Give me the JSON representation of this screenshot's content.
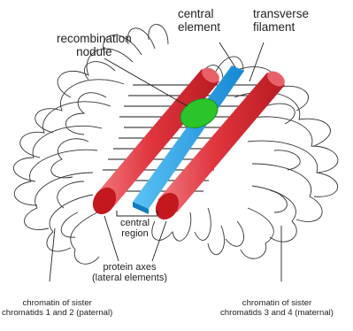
{
  "labels": {
    "recombination_nodule": {
      "line1": "recombination",
      "line2": "nodule"
    },
    "central_element": {
      "line1": "central",
      "line2": "element"
    },
    "transverse_filament": {
      "line1": "transverse",
      "line2": "filament"
    },
    "central_region": {
      "line1": "central",
      "line2": "region"
    },
    "protein_axes": {
      "line1": "protein axes",
      "line2": "(lateral elements)"
    },
    "chromatin_sister_1_2": {
      "line1": "chromatin of sister",
      "line2": "chromatids 1 and 2 (paternal)"
    },
    "chromatin_sister_3_4": {
      "line1": "chromatin of sister",
      "line2": "chromatids 3 and 4 (maternal)"
    }
  },
  "colors": {
    "lateral_element": "#e0353d",
    "lateral_element_end": "#c4181f",
    "central_element": "#1e9fe8",
    "recombination_nodule": "#2bc42b",
    "transverse_filament": "#1a1a1a",
    "chromatin_loop": "#333333"
  }
}
